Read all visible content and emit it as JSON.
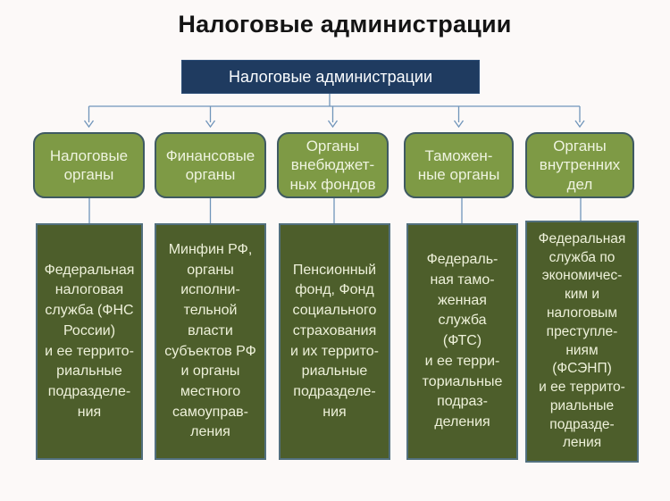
{
  "diagram": {
    "title": "Налоговые администрации",
    "root_label": "Налоговые администрации",
    "colors": {
      "root_fill": "#1f3b60",
      "branch_header_fill": "#7e9a45",
      "branch_header_border": "#3f5a62",
      "branch_body_fill": "#4d5e2b",
      "branch_body_border": "#52707e",
      "connector": "#7095ba",
      "title_text": "#141414",
      "box_text": "#eef3df"
    },
    "branches": [
      {
        "header": "Налоговые\nорганы",
        "body": "Федеральная\nналоговая\nслужба (ФНС\nРоссии)\nи ее террито-\nриальные\nподразделе-\nния"
      },
      {
        "header": "Финансовые\nорганы",
        "body": "Минфин РФ,\nорганы\nисполни-\nтельной\nвласти\nсубъектов РФ\nи органы\nместного\nсамоуправ-\nления"
      },
      {
        "header": "Органы\nвнебюджет-\nных фондов",
        "body": "Пенсионный\nфонд, Фонд\nсоциального\nстрахования\nи их террито-\nриальные\nподразделе-\nния"
      },
      {
        "header": "Таможен-\nные органы",
        "body": "Федераль-\nная тамо-\nженная\nслужба\n(ФТС)\nи ее терри-\nториальные\nподраз-\nделения"
      },
      {
        "header": "Органы\nвнутренних\nдел",
        "body": "Федеральная\nслужба по\nэкономичес-\nким и\nналоговым\nпреступле-\nниям\n(ФСЭНП)\nи ее террито-\nриальные\nподразде-\nления"
      }
    ]
  }
}
